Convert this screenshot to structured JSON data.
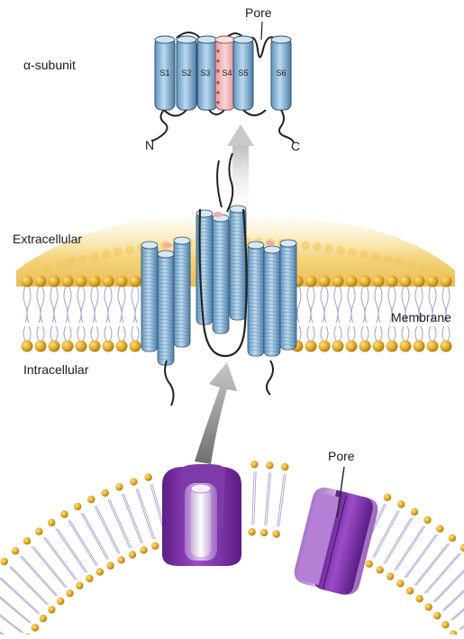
{
  "labels": {
    "alpha_subunit": "α-subunit",
    "pore_top": "Pore",
    "n_terminus": "N",
    "c_terminus": "C",
    "extracellular": "Extracellular",
    "intracellular": "Intracellular",
    "membrane": "Membrane",
    "pore_bottom": "Pore"
  },
  "segments": [
    "S1",
    "S2",
    "S3",
    "S4",
    "S5",
    "S6"
  ],
  "s4_charges": [
    "+",
    "+",
    "+",
    "+",
    "+",
    "+"
  ],
  "colors": {
    "helix_blue": "#8ab8db",
    "s4_pink": "#f2b3b6",
    "lipid_head": "#d9a21b",
    "lipid_tail": "#a9a4cc",
    "membrane_glow": "#f3d27a",
    "channel_purple": "#8a3fb5",
    "channel_light": "#c79be0",
    "arrow_gray": "#8c8c8c"
  }
}
